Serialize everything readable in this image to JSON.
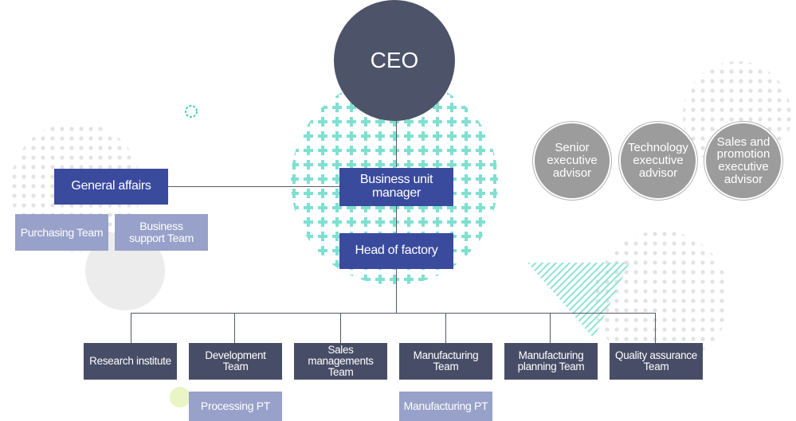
{
  "ceo": "CEO",
  "advisors": [
    "Senior executive advisor",
    "Technology executive advisor",
    "Sales and promotion executive advisor"
  ],
  "business_unit_manager": "Business unit manager",
  "head_of_factory": "Head of factory",
  "general_affairs": "General affairs",
  "general_affairs_teams": [
    "Purchasing Team",
    "Business support Team"
  ],
  "teams": [
    "Research institute",
    "Development Team",
    "Sales managements Team",
    "Manufacturing Team",
    "Manufacturing planning Team",
    "Quality assurance Team"
  ],
  "sub_teams": [
    "Processing PT",
    "Manufacturing PT"
  ],
  "colors": {
    "primary_box": "#3a4a9c",
    "team_box": "#474d66",
    "sub_box": "#98a1c9",
    "ceo": "#4d5369",
    "advisor": "#9c9c9c",
    "accent": "#3dcfb8"
  }
}
